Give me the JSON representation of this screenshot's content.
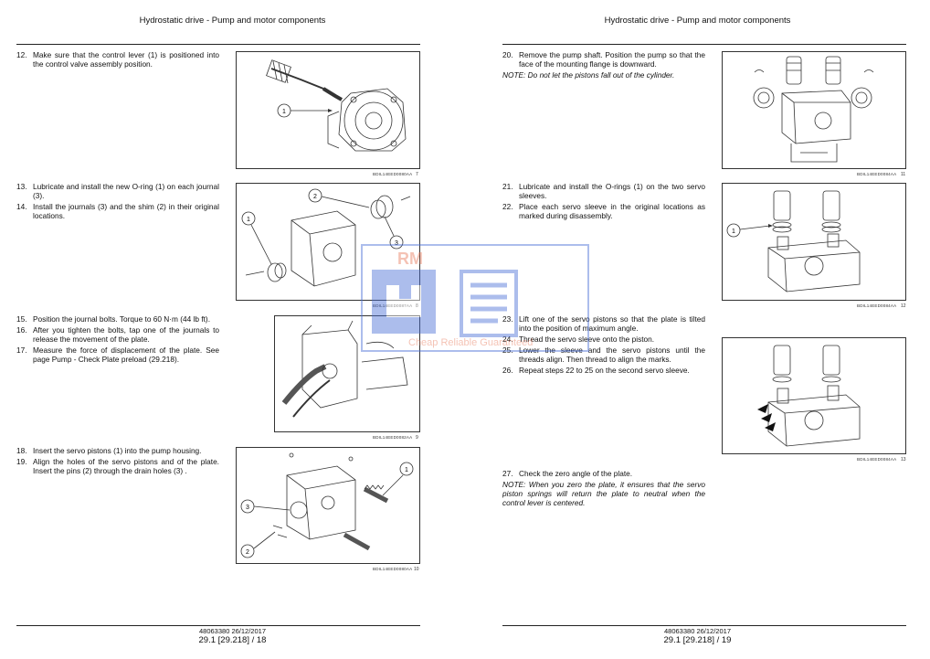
{
  "left_page": {
    "header": "Hydrostatic drive - Pump and motor components",
    "footer_code": "48063380 26/12/2017",
    "footer_page": "29.1 [29.218] / 18",
    "step12": {
      "num": "12.",
      "text": "Make sure that the control lever (1) is positioned into the control valve assembly position."
    },
    "step13": {
      "num": "13.",
      "text": "Lubricate and install the new O-ring (1) on each journal (3)."
    },
    "step14": {
      "num": "14.",
      "text": "Install the journals (3) and the shim (2) in their original locations."
    },
    "step15": {
      "num": "15.",
      "text": "Position the journal bolts. Torque to 60 N·m (44 lb ft)."
    },
    "step16": {
      "num": "16.",
      "text": "After you tighten the bolts, tap one of the journals to release the movement of the plate."
    },
    "step17": {
      "num": "17.",
      "text": "Measure the force of displacement of the plate. See page Pump - Check Plate preload (29.218)."
    },
    "step18": {
      "num": "18.",
      "text": "Insert the servo pistons (1) into the pump housing."
    },
    "step19": {
      "num": "19.",
      "text": "Align the holes of the servo pistons and of the plate. Insert the pins (2) through the drain holes (3) ."
    },
    "fig7": {
      "code": "BDIL14EED0080AA",
      "num": "7",
      "callouts": [
        "1"
      ]
    },
    "fig8": {
      "code": "BDIL14EED0087AA",
      "num": "8",
      "callouts": [
        "1",
        "2",
        "3"
      ]
    },
    "fig9": {
      "code": "BDIL14EED0082AA",
      "num": "9",
      "callouts": []
    },
    "fig10": {
      "code": "BDIL14EED0080AA",
      "num": "10",
      "callouts": [
        "1",
        "2",
        "3"
      ]
    }
  },
  "right_page": {
    "header": "Hydrostatic drive - Pump and motor components",
    "footer_code": "48063380 26/12/2017",
    "footer_page": "29.1 [29.218] / 19",
    "step20": {
      "num": "20.",
      "text": "Remove the pump shaft. Position the pump so that the face of the mounting flange is downward."
    },
    "note20": "NOTE: Do not let the pistons fall out of the cylinder.",
    "step21": {
      "num": "21.",
      "text": "Lubricate and install the O-rings (1) on the two servo sleeves."
    },
    "step22": {
      "num": "22.",
      "text": "Place each servo sleeve in the original locations as marked during disassembly."
    },
    "step23": {
      "num": "23.",
      "text": "Lift one of the servo pistons so that the plate is tilted into the position of maximum angle."
    },
    "step24": {
      "num": "24.",
      "text": "Thread the servo sleeve onto the piston."
    },
    "step25": {
      "num": "25.",
      "text": "Lower the sleeve and the servo pistons until the threads align. Then thread to align the marks."
    },
    "step26": {
      "num": "26.",
      "text": "Repeat steps 22 to 25 on the second servo sleeve."
    },
    "step27": {
      "num": "27.",
      "text": "Check the zero angle of the plate."
    },
    "note27": "NOTE: When you zero the plate, it ensures that the servo piston springs will return the plate to neutral when the control lever is centered.",
    "fig11": {
      "code": "BDIL14EED0084AA",
      "num": "11",
      "callouts": []
    },
    "fig12": {
      "code": "BDIL14EED0084AA",
      "num": "12",
      "callouts": [
        "1"
      ]
    },
    "fig13": {
      "code": "BDIL14EED0084AA",
      "num": "13",
      "callouts": []
    }
  },
  "watermark": {
    "brand": "RM",
    "tagline": "Cheap Reliable Guaranteed",
    "color": "#4a6fd6",
    "tagline_color": "#e87a5a"
  }
}
